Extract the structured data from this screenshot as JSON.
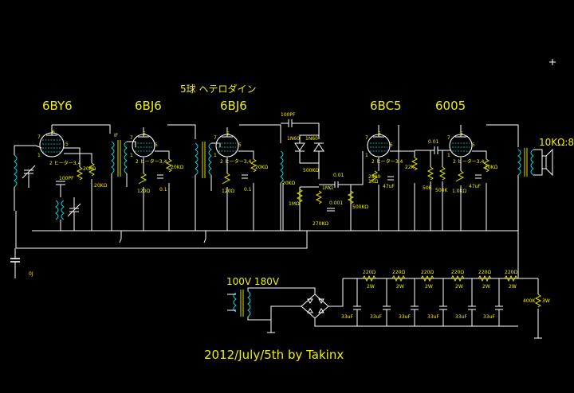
{
  "diagram": {
    "title": "5球 ヘテロダイン",
    "credit": "2012/July/5th by   Takinx",
    "tubes": [
      "6BY6",
      "6BJ6",
      "6BJ6",
      "6BC5",
      "6005"
    ],
    "speaker_label": "10KΩ:8",
    "ps_transformer_label": "100V 180V",
    "antenna_cap_label": "0J",
    "component_labels": {
      "heater_1": "2 ヒーター3,4",
      "heater_2": "2 ヒーター3,4",
      "heater_3": "2 ヒーター3,4",
      "heater_4": "2 ヒーター3,4",
      "heater_5": "2 ヒーター3,4",
      "if_label": "IF",
      "c100pf": "100PF",
      "c100pf_b": "100PF",
      "r20k_1": "20KΩ",
      "r20k_2": "20KΩ",
      "r20k_3": "20KΩ",
      "r20k_4": "20KΩ",
      "r20k_5": "20KΩ",
      "r120_1": "120Ω",
      "r120_2": "120Ω",
      "c01_1": "0.1",
      "c01_2": "0.1",
      "r1m_det": "1MΩ",
      "d1n60_a": "1N60",
      "d1n60_b": "1N60",
      "r500k_det": "500KΩ",
      "r1m_b": "1MΩ",
      "c001": "0.01",
      "c0001": "0.001",
      "r270k": "270KΩ",
      "r500k_vol": "500KΩ",
      "r22k": "22K",
      "r1k": "1KΩ",
      "r2800": "2800",
      "c47u_1": "47uF",
      "c001_b": "0.01",
      "r50k": "50K",
      "r500k_g": "500K",
      "r1k_k": "1.0KΩ",
      "c47u_2": "47uF",
      "r20k_out": "20KΩ",
      "ps_r1": "220Ω",
      "ps_r2": "220Ω",
      "ps_r3": "220Ω",
      "ps_r4": "220Ω",
      "ps_r5": "220Ω",
      "ps_r6": "220Ω",
      "ps_w1": "2W",
      "ps_w2": "2W",
      "ps_w3": "2W",
      "ps_w4": "2W",
      "ps_w5": "2W",
      "ps_w6": "2W",
      "ps_c1": "33uF",
      "ps_c2": "33uF",
      "ps_c3": "33uF",
      "ps_c4": "33uF",
      "ps_c5": "33uF",
      "ps_c6": "33uF",
      "bleeder": "400K",
      "bleeder_w": "3W",
      "pin7_1": "7",
      "pin7_2": "7",
      "pin7_3": "7",
      "pin7_4": "7",
      "pin7_5": "7",
      "pin1_1": "1",
      "pin1_2": "1",
      "pin1_3": "1",
      "pin1_4": "1",
      "pin1_5": "1",
      "pin5_1": "5",
      "pin5_2": "5",
      "pin5_3": "5",
      "pin5_4": "5",
      "pin5_5": "5",
      "pin6_1": "6",
      "pin6_2": "6",
      "pin6_3": "6",
      "pin6_4": "6",
      "pin6_5": "6"
    }
  }
}
